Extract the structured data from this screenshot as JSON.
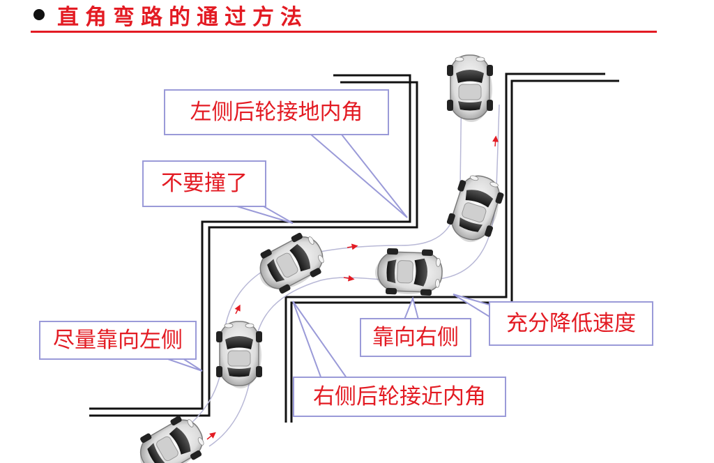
{
  "title": "直角弯路的通过方法",
  "labels": {
    "left_rear_wheel": "左侧后轮接地内角",
    "dont_hit": "不要撞了",
    "keep_left": "尽量靠向左侧",
    "keep_right": "靠向右侧",
    "slow_down": "充分降低速度",
    "right_rear_wheel": "右侧后轮接近内角"
  },
  "colors": {
    "title": "#e31b23",
    "label_text": "#e31b23",
    "callout_border": "#9a9ad8",
    "road_edge": "#111111",
    "path_arrow": "#e31b23"
  }
}
